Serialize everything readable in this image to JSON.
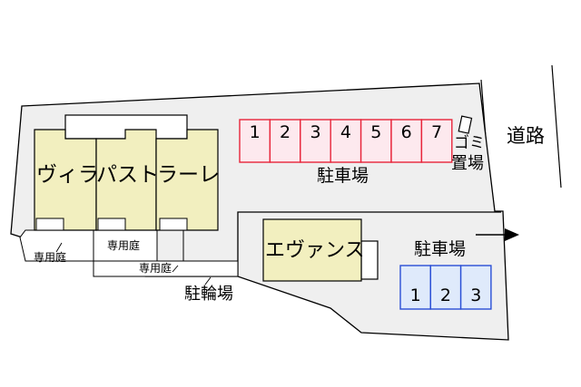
{
  "road_label": "道路",
  "garbage_area": {
    "line1": "ゴミ",
    "line2": "置場"
  },
  "parking_top": {
    "label": "駐車場",
    "color": "#e8253a",
    "fill": "#fde9ee",
    "spaces": [
      "1",
      "2",
      "3",
      "4",
      "5",
      "6",
      "7"
    ]
  },
  "parking_right": {
    "label": "駐車場",
    "color": "#2a4fd6",
    "fill": "#dfeafb",
    "spaces": [
      "1",
      "2",
      "3"
    ]
  },
  "building_main": {
    "name_parts": [
      "ヴィラ",
      "パスト",
      "ラーレ"
    ],
    "fill": "#f2efbf"
  },
  "building_second": {
    "name": "エヴァンス",
    "fill": "#f2efbf"
  },
  "private_gardens": [
    "専用庭",
    "専用庭",
    "専用庭"
  ],
  "bicycle_parking": "駐輪場",
  "site_fill": "#efefef"
}
